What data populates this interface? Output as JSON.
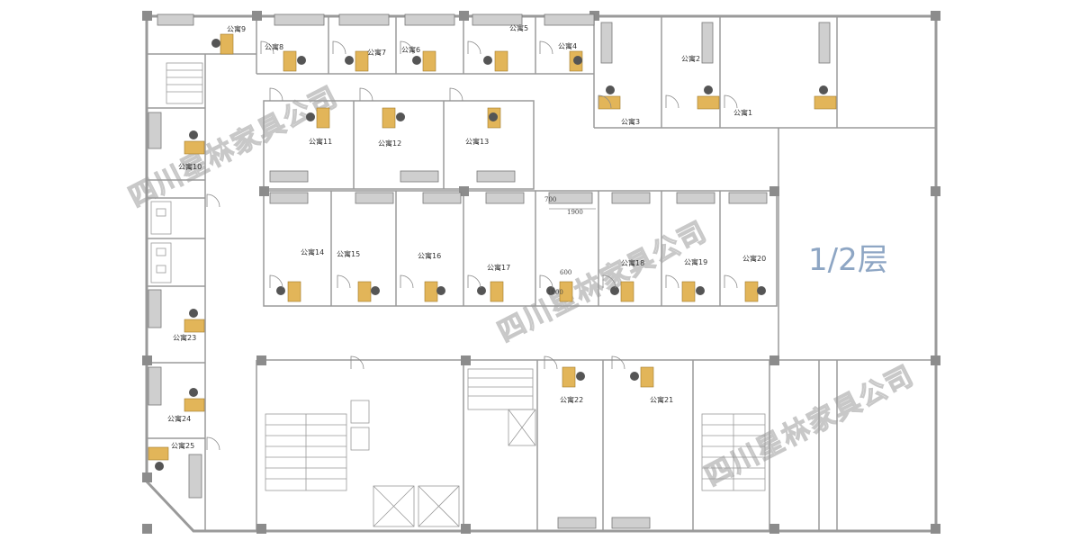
{
  "floor_label": "1/2层",
  "watermark": "四川星林家具公司",
  "rooms": [
    {
      "id": "r1",
      "name": "公寓1"
    },
    {
      "id": "r2",
      "name": "公寓2"
    },
    {
      "id": "r3",
      "name": "公寓3"
    },
    {
      "id": "r4",
      "name": "公寓4"
    },
    {
      "id": "r5",
      "name": "公寓5"
    },
    {
      "id": "r6",
      "name": "公寓6"
    },
    {
      "id": "r7",
      "name": "公寓7"
    },
    {
      "id": "r8",
      "name": "公寓8"
    },
    {
      "id": "r9",
      "name": "公寓9"
    },
    {
      "id": "r10",
      "name": "公寓10"
    },
    {
      "id": "r11",
      "name": "公寓11"
    },
    {
      "id": "r12",
      "name": "公寓12"
    },
    {
      "id": "r13",
      "name": "公寓13"
    },
    {
      "id": "r14",
      "name": "公寓14"
    },
    {
      "id": "r15",
      "name": "公寓15"
    },
    {
      "id": "r16",
      "name": "公寓16"
    },
    {
      "id": "r17",
      "name": "公寓17"
    },
    {
      "id": "r18",
      "name": "公寓18"
    },
    {
      "id": "r19",
      "name": "公寓19"
    },
    {
      "id": "r20",
      "name": "公寓20"
    },
    {
      "id": "r21",
      "name": "公寓21"
    },
    {
      "id": "r22",
      "name": "公寓22"
    },
    {
      "id": "r23",
      "name": "公寓23"
    },
    {
      "id": "r24",
      "name": "公寓24"
    },
    {
      "id": "r25",
      "name": "公寓25"
    }
  ],
  "dimensions": {
    "wardrobe_depth": "700",
    "wardrobe_width": "1900",
    "desk_depth": "600",
    "desk_width": "1000"
  },
  "colors": {
    "wall": "#9a9a9a",
    "desk": "#e2b559",
    "wardrobe": "#cfcfcf",
    "floor_label": "#8ea6c4"
  }
}
